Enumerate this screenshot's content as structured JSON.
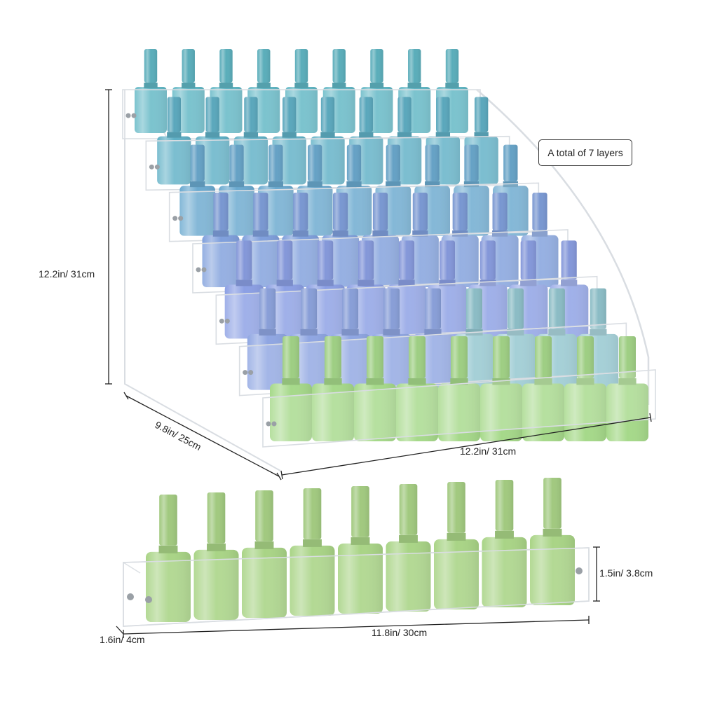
{
  "callout": {
    "layers_text": "A total of 7 layers"
  },
  "dimensions": {
    "height": "12.2in/ 31cm",
    "depth": "9.8in/ 25cm",
    "width": "12.2in/ 31cm",
    "single_height": "1.5in/ 3.8cm",
    "single_depth": "1.6in/ 4cm",
    "single_width": "11.8in/ 30cm"
  },
  "product": {
    "layer_count": 7,
    "bottles_per_row": 9,
    "row_colors": [
      "#5fb6c4",
      "#5fb0c6",
      "#6aa9cf",
      "#7f9fdc",
      "#8b9fe4",
      "#8fa6e2",
      "#a6d98a"
    ],
    "bottle_green": "#a9d486",
    "acrylic_edge": "#d9dde2",
    "screw_color": "#9aa0a6"
  }
}
